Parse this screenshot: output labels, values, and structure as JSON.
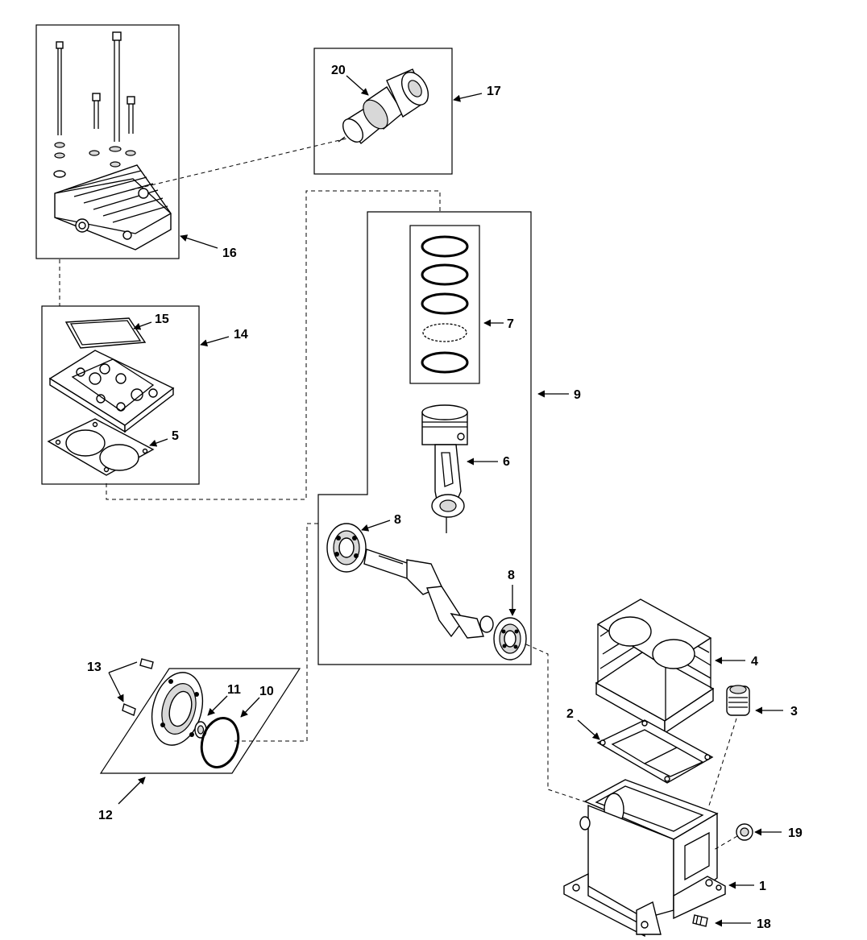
{
  "callouts": {
    "c1": "1",
    "c2": "2",
    "c3": "3",
    "c4": "4",
    "c5": "5",
    "c6": "6",
    "c7": "7",
    "c8a": "8",
    "c8b": "8",
    "c9": "9",
    "c10": "10",
    "c11": "11",
    "c12": "12",
    "c13": "13",
    "c14": "14",
    "c15": "15",
    "c16": "16",
    "c17": "17",
    "c18": "18",
    "c19": "19",
    "c20": "20"
  },
  "icons": [
    "arrow-icon"
  ]
}
